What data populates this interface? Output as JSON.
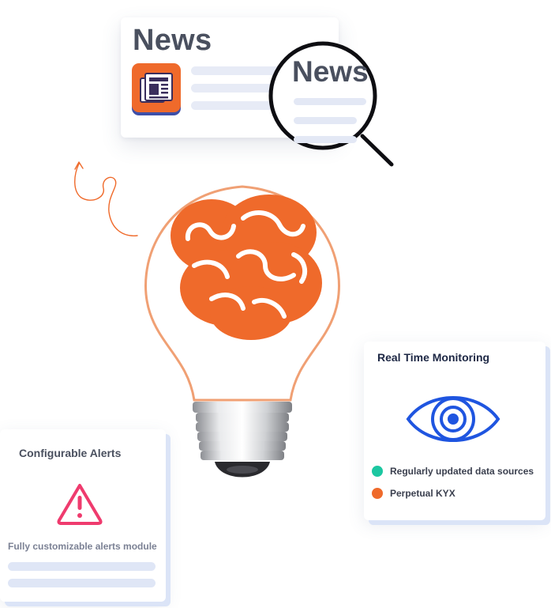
{
  "news_card": {
    "title": "News",
    "icon": "newspaper-icon",
    "magnified_title": "News"
  },
  "bulb": {
    "icon": "lightbulb-brain-icon",
    "colors": {
      "accent": "#ef6a2b",
      "outline": "#f0a074"
    }
  },
  "monitoring_card": {
    "title": "Real Time Monitoring",
    "icon": "eye-icon",
    "items": [
      {
        "label": "Regularly updated data sources",
        "color": "#1cc7a1"
      },
      {
        "label": "Perpetual KYX",
        "color": "#ef6a2b"
      }
    ]
  },
  "alerts_card": {
    "title": "Configurable Alerts",
    "icon": "warning-triangle-icon",
    "description": "Fully customizable alerts module"
  }
}
